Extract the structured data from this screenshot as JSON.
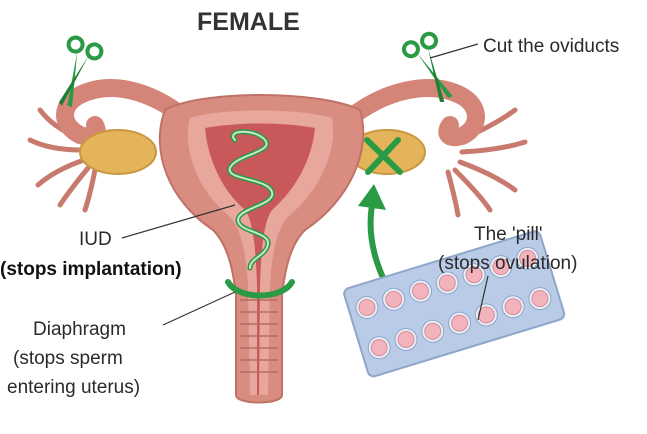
{
  "title": "FEMALE",
  "labels": {
    "oviducts": "Cut the oviducts",
    "iud_1": "IUD",
    "iud_2": "(stops implantation)",
    "diaphragm_1": "Diaphragm",
    "diaphragm_2": "(stops sperm",
    "diaphragm_3": "entering uterus)",
    "pill_1": "The 'pill'",
    "pill_2": "(stops ovulation)"
  },
  "colors": {
    "uterus_outer": "#d98c80",
    "uterus_inner": "#e8a79c",
    "cavity": "#c8585a",
    "ovary": "#e3b45a",
    "device_green": "#2a9a45",
    "pill_pack": "#b9cbe6",
    "pill": "#f2b3bd"
  },
  "icons": [
    "scissors-icon",
    "scissors-icon",
    "cross-mark-icon",
    "arrow-icon"
  ]
}
